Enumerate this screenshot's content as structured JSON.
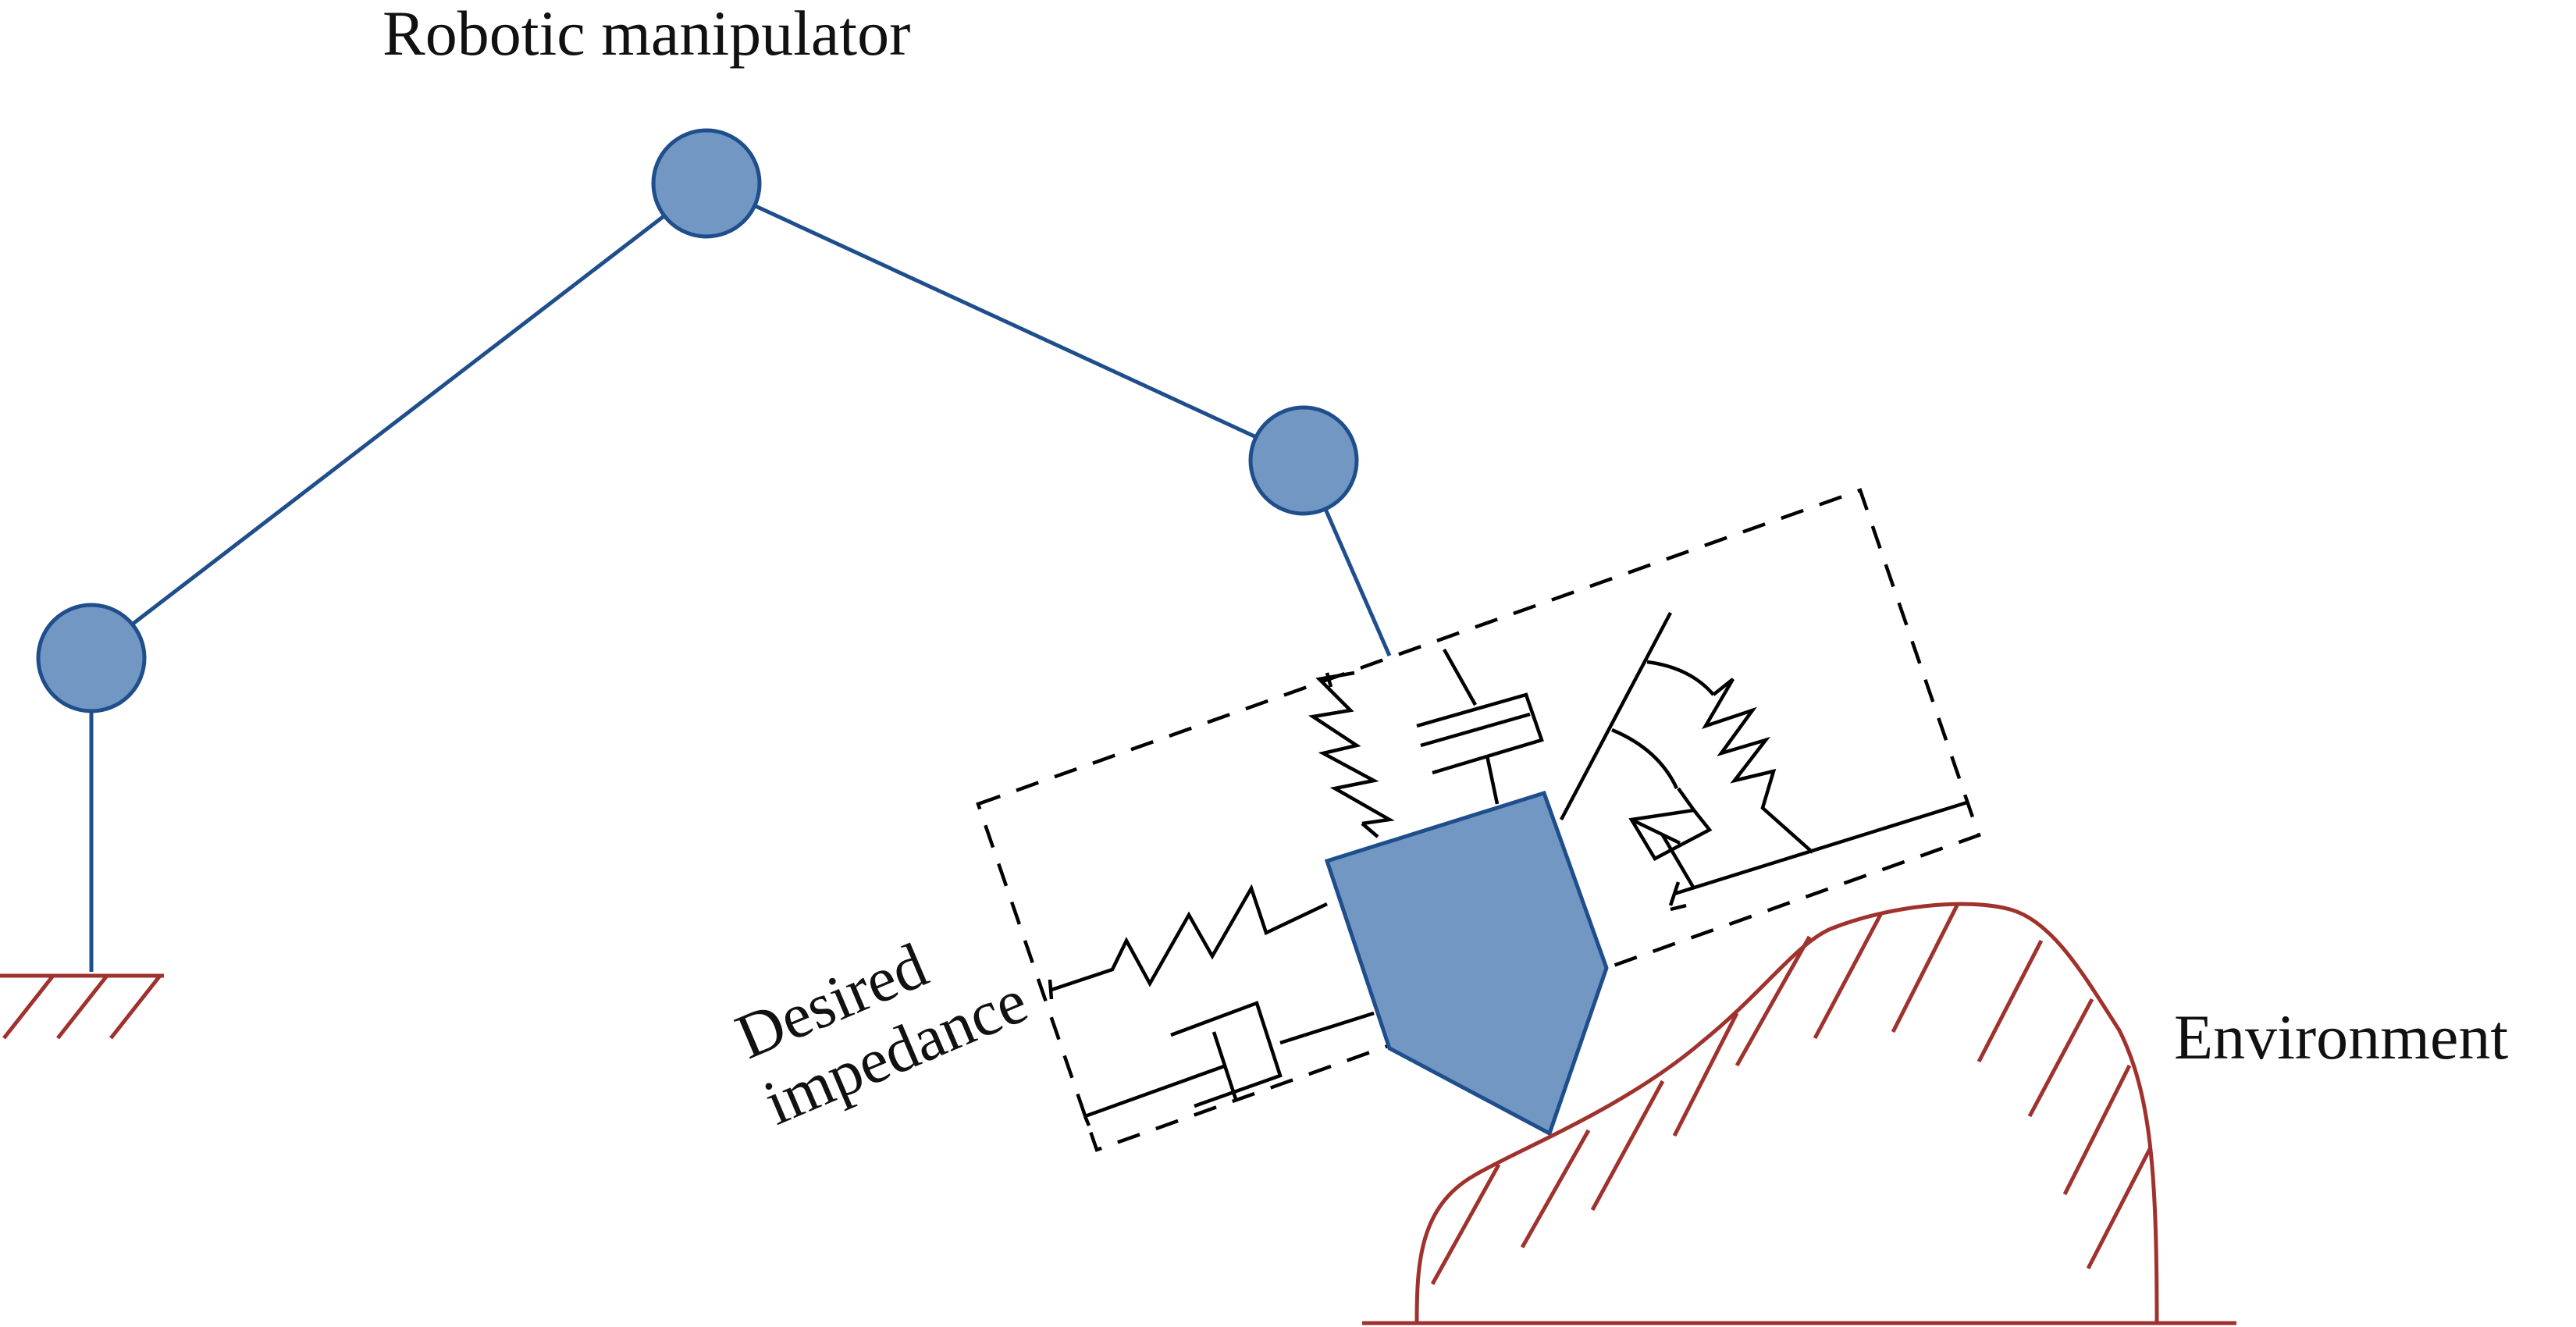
{
  "labels": {
    "robot": "Robotic manipulator",
    "environment": "Environment",
    "impedance_line1": "Desired",
    "impedance_line2": "impedance"
  },
  "colors": {
    "arm": "#1f4e8c",
    "joint_fill": "#7297c3",
    "environment": "#a0322e",
    "mechanism": "#000000"
  }
}
